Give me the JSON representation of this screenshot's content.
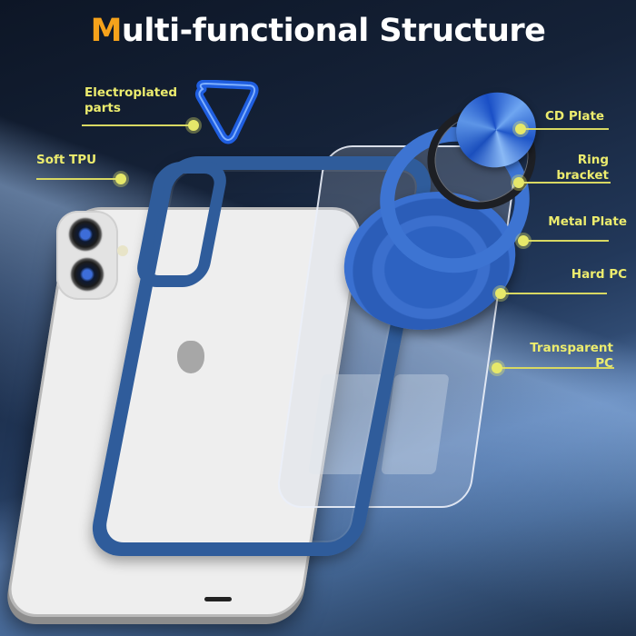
{
  "title": {
    "accent_letter": "M",
    "rest": "ulti-functional Structure",
    "accent_color": "#f5a21b"
  },
  "callouts": [
    {
      "id": "electroplated",
      "label_line1": "Electroplated",
      "label_line2": "parts",
      "side": "left"
    },
    {
      "id": "soft_tpu",
      "label_line1": "Soft TPU",
      "side": "left"
    },
    {
      "id": "cd_plate",
      "label_line1": "CD Plate",
      "side": "right"
    },
    {
      "id": "ring_bracket",
      "label_line1": "Ring",
      "label_line2": "bracket",
      "side": "right"
    },
    {
      "id": "metal_plate",
      "label_line1": "Metal Plate",
      "side": "right"
    },
    {
      "id": "hard_pc",
      "label_line1": "Hard PC",
      "side": "right"
    },
    {
      "id": "transparent_pc",
      "label_line1": "Transparent PC",
      "side": "right"
    }
  ],
  "colors": {
    "callout_text": "#ecec6e",
    "callout_line": "#d8d862",
    "case_blue": "#2f5c9b"
  }
}
